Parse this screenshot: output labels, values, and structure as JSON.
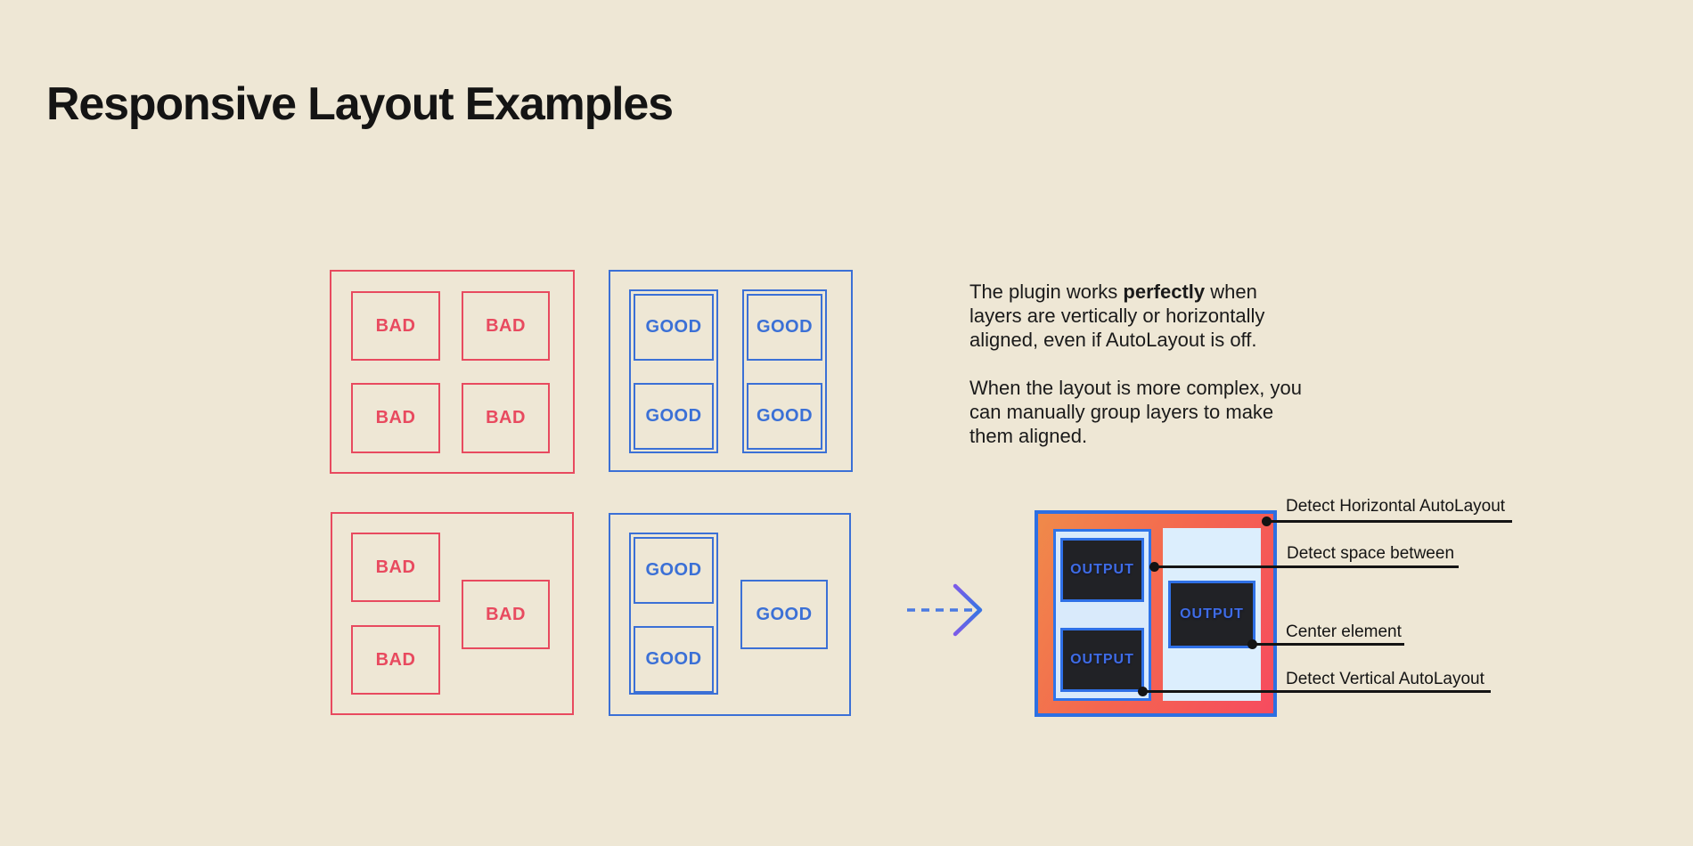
{
  "page": {
    "title": "Responsive Layout Examples"
  },
  "labels": {
    "bad": "BAD",
    "good": "GOOD",
    "output": "OUTPUT"
  },
  "description": {
    "line1_before": "The plugin works ",
    "line1_bold": "perfectly",
    "line1_after": " when",
    "line2": "layers are vertically or horizontally",
    "line3": "aligned, even if AutoLayout is off.",
    "line4": "When the layout is more complex, you",
    "line5": "can manually group layers to make",
    "line6": "them aligned."
  },
  "annotations": [
    {
      "label": "Detect Horizontal AutoLayout"
    },
    {
      "label": "Detect space between"
    },
    {
      "label": "Center element"
    },
    {
      "label": "Detect Vertical AutoLayout"
    }
  ],
  "icons": {
    "arrow": "dashed-arrow-right-icon",
    "connector": "annotation-connector-dot"
  },
  "colors": {
    "background": "#EEE7D5",
    "bad_red": "#E84A5F",
    "good_blue": "#3B70D6",
    "output_border_blue": "#2D6FE2",
    "group_light_blue": "#D9EAFB",
    "panel_light_blue": "#DCEEFD",
    "output_dark": "#212226",
    "output_text_blue": "#3E6CE6",
    "gradient_orange": "#F08A4A",
    "gradient_red": "#F64B5F",
    "annotation_black": "#141414",
    "arrow_blue": "#4A7AE2"
  }
}
